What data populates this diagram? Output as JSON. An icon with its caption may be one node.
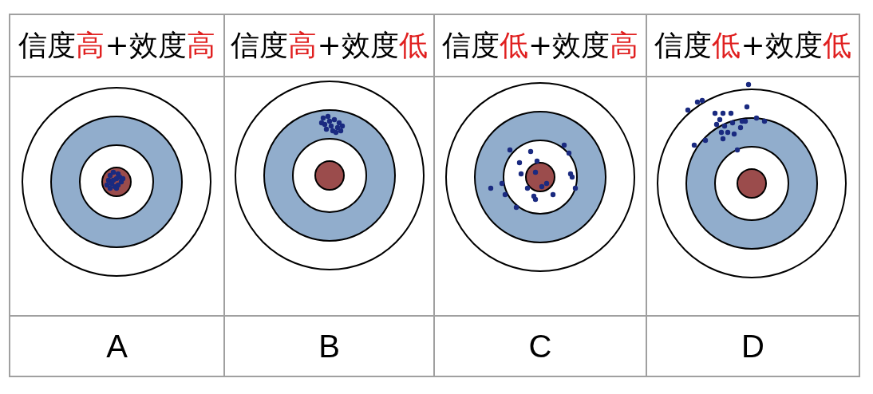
{
  "diagram": {
    "labels": [
      "信度高+效度高",
      "信度高+效度低",
      "信度低+效度高",
      "信度低+效度低",
      "A",
      "B",
      "C",
      "D"
    ]
  }
}
